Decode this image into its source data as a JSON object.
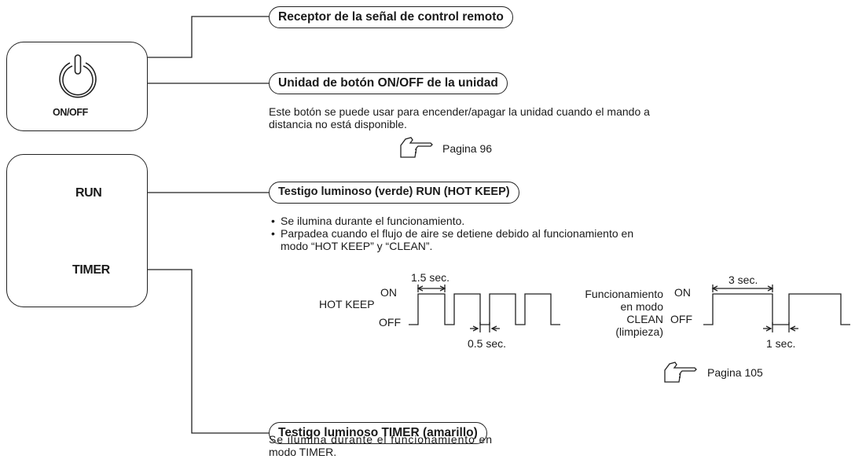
{
  "panels": {
    "onoff_label": "ON/OFF",
    "run_label": "RUN",
    "timer_label": "TIMER"
  },
  "callouts": {
    "receiver": {
      "title": "Receptor de la señal de control remoto"
    },
    "onoff": {
      "title": "Unidad de botón ON/OFF de la unidad",
      "desc_lines": [
        "Este botón se puede usar para encender/apagar la unidad cuando el mando a",
        "distancia no está disponible."
      ],
      "page_ref": "Pagina 96"
    },
    "run": {
      "title": "Testigo luminoso (verde) RUN (HOT KEEP)",
      "bullets": [
        "Se ilumina durante el funcionamiento.",
        "Parpadea cuando el flujo de aire se detiene debido al funcionamiento en",
        "modo “HOT KEEP” y “CLEAN”."
      ],
      "page_ref": "Pagina 105"
    },
    "timer": {
      "title": "Testigo luminoso TIMER (amarillo)",
      "desc_lines": [
        "Se ilumina durante el funcionamiento en",
        "modo TIMER."
      ]
    }
  },
  "timing": {
    "hot_keep": {
      "label": "HOT KEEP",
      "on": "ON",
      "off": "OFF",
      "on_time": "1.5 sec.",
      "off_time": "0.5 sec."
    },
    "clean": {
      "label_lines": [
        "Funcionamiento",
        "en modo",
        "CLEAN",
        "(limpieza)"
      ],
      "on": "ON",
      "off": "OFF",
      "on_time": "3 sec.",
      "off_time": "1 sec."
    }
  },
  "colors": {
    "line": "#222222",
    "text": "#1a1a1a"
  },
  "icons": [
    "power-icon",
    "pointing-hand-icon"
  ]
}
